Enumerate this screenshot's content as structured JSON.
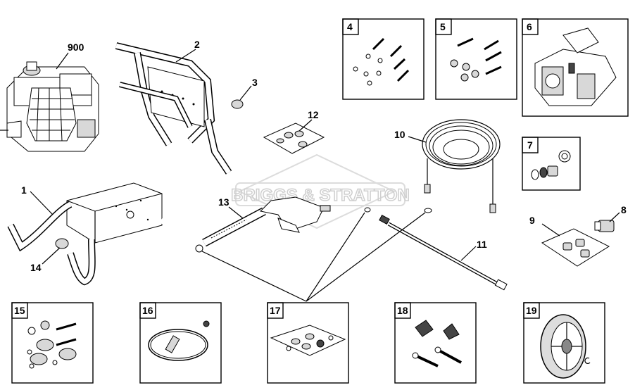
{
  "watermark": "BRIGGS & STRATTON",
  "callouts": {
    "c900": "900",
    "c1": "1",
    "c2": "2",
    "c3": "3",
    "c8": "8",
    "c9": "9",
    "c10": "10",
    "c11": "11",
    "c12": "12",
    "c13": "13",
    "c14": "14"
  },
  "boxes": {
    "b4": "4",
    "b5": "5",
    "b6": "6",
    "b7": "7",
    "b15": "15",
    "b16": "16",
    "b17": "17",
    "b18": "18",
    "b19": "19"
  }
}
